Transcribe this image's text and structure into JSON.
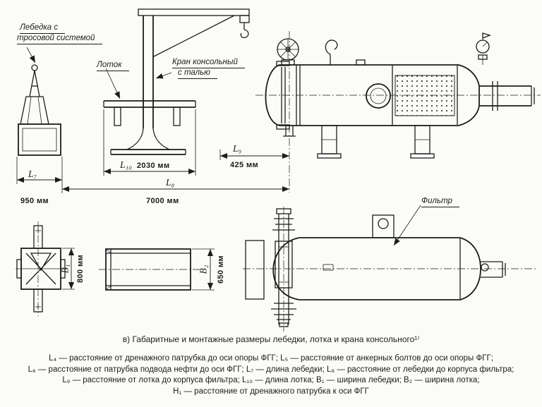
{
  "callouts": {
    "winch_line1": "Лебедка с",
    "winch_line2": "тросовой системой",
    "tray": "Лоток",
    "crane_line1": "Кран консольный",
    "crane_line2": "с талью",
    "filter": "Фильтр"
  },
  "dimensions": {
    "L7": {
      "label": "L₇",
      "value": "950 мм"
    },
    "L8": {
      "label": "L₈",
      "value": "7000 мм"
    },
    "L9": {
      "label": "L₉",
      "value": "425 мм"
    },
    "L10": {
      "label": "L₁₀",
      "value": "2030 мм"
    },
    "B1": {
      "label": "B₁",
      "value": "800 мм"
    },
    "B2": {
      "label": "B₂",
      "value": "650 мм"
    }
  },
  "caption": "в) Габаритные и монтажные размеры лебедки, лотка и крана консольного¹⁾",
  "legend": {
    "line1": "L₄ — расстояние от дренажного патрубка до оси опоры ФГГ; L₅ — расстояние от анкерных болтов до оси опоры ФГГ;",
    "line2": "L₆ — расстояние от патрубка подвода нефти до оси ФГГ; L₇ — длина лебедки; L₈ — расстояние от лебедки до корпуса фильтра;",
    "line3": "L₉ — расстояние от лотка до корпуса фильтра; L₁₀ — длина лотка; B₁ — ширина лебедки; B₂ — ширина лотка;",
    "line4": "H₁ — расстояние от дренажного патрубка к оси ФГГ"
  }
}
